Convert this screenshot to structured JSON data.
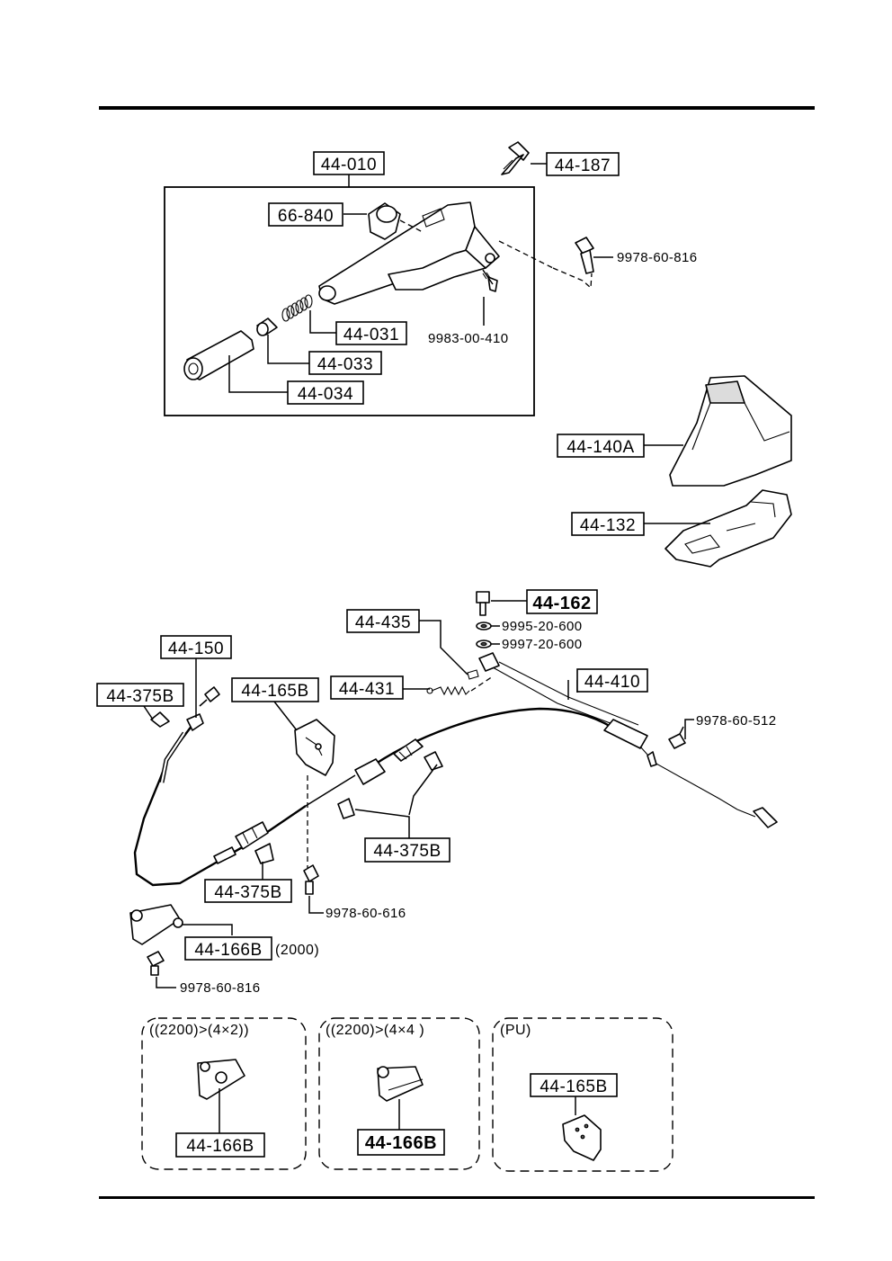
{
  "labels": {
    "l44_010": "44-010",
    "l44_187": "44-187",
    "l66_840": "66-840",
    "l9978_60_816_top": "9978-60-816",
    "l44_031": "44-031",
    "l9983_00_410": "9983-00-410",
    "l44_033": "44-033",
    "l44_034": "44-034",
    "l44_140A": "44-140A",
    "l44_132": "44-132",
    "l44_162": "44-162",
    "l44_435": "44-435",
    "l9995_20_600": "9995-20-600",
    "l9997_20_600": "9997-20-600",
    "l44_150": "44-150",
    "l44_431": "44-431",
    "l44_410": "44-410",
    "l44_375B_left": "44-375B",
    "l44_165B": "44-165B",
    "l9978_60_512": "9978-60-512",
    "l44_375B_mid": "44-375B",
    "l44_375B_low": "44-375B",
    "l9978_60_616": "9978-60-616",
    "l44_166B": "44-166B",
    "l44_166B_note": "(2000)",
    "l9978_60_816_bot": "9978-60-816"
  },
  "variants": [
    {
      "title": "((2200)>(4×2))",
      "label": "44-166B"
    },
    {
      "title": "((2200)>(4×4 )",
      "label": "44-166B"
    },
    {
      "title": "(PU)",
      "label": "44-165B"
    }
  ]
}
